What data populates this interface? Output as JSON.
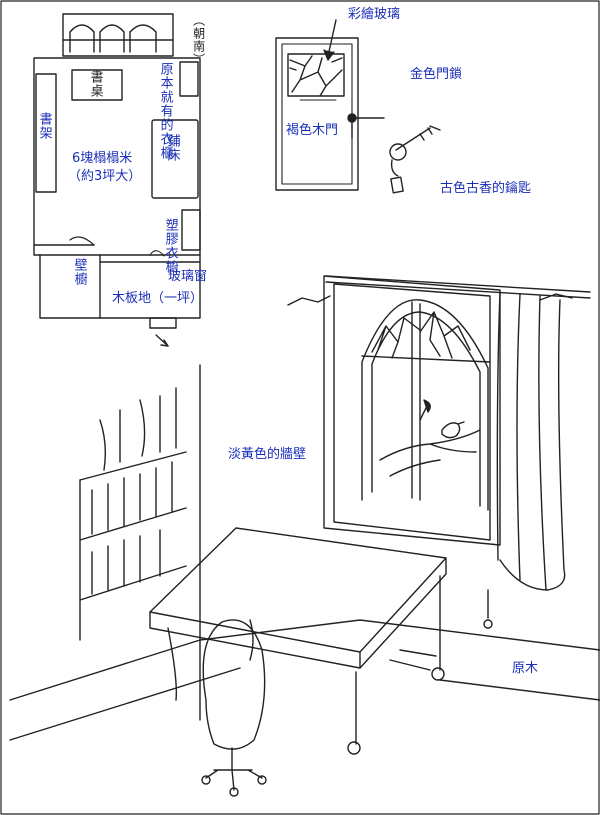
{
  "floor_plan": {
    "south_label": "（朝南）",
    "desk": "書桌",
    "bookshelf": "書架",
    "existing_wardrobe": "原本就有的衣櫃",
    "tatami": "6塊榻榻米",
    "tatami_size": "（約3坪大）",
    "bed": "鋪床",
    "plastic_wardrobe": "塑膠衣櫥",
    "closet": "壁櫥",
    "glass_window": "玻璃窗",
    "wood_floor": "木板地（一坪）"
  },
  "door": {
    "stained_glass": "彩繪玻璃",
    "gold_lock": "金色門鎖",
    "brown_door": "褐色木門",
    "antique_key": "古色古香的鑰匙"
  },
  "room": {
    "wall": "淡黃色的牆壁",
    "wood": "原木"
  },
  "colors": {
    "label_blue": "#1a2fb8",
    "ink": "#222222"
  }
}
